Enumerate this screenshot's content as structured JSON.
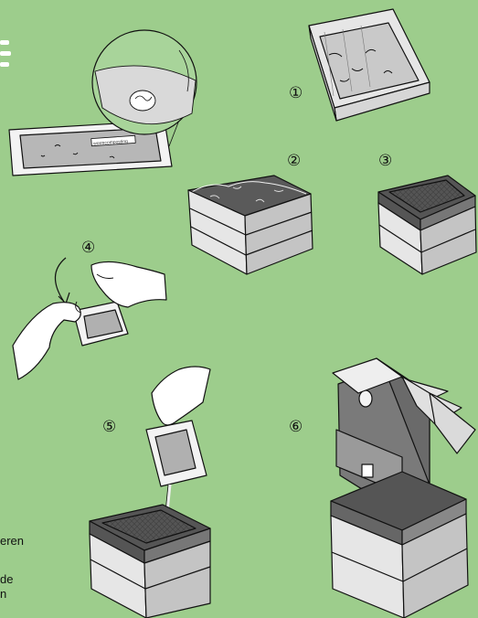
{
  "page": {
    "background": "#9dcd8c",
    "ink": "#111111",
    "wood": "#e6e6e6",
    "wood_shadow": "#c4c4c4",
    "dark_frame": "#555555",
    "bedding": "#5a5a5a"
  },
  "steps": [
    {
      "label": "①"
    },
    {
      "label": "②"
    },
    {
      "label": "③"
    },
    {
      "label": "④"
    },
    {
      "label": "⑤"
    },
    {
      "label": "⑥"
    }
  ],
  "packet_label": "wormcomposting",
  "cut_text": [
    "eren",
    "de",
    "n"
  ]
}
